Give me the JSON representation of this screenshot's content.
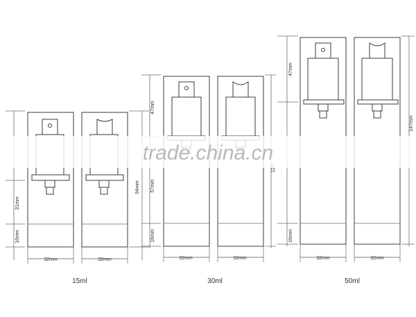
{
  "watermark": "trade.china.cn",
  "groups": [
    {
      "capacity": "15ml",
      "widths": [
        "32mm",
        "32mm"
      ],
      "heights": [
        "31mm",
        "16mm"
      ],
      "total": "94mm"
    },
    {
      "capacity": "30ml",
      "widths": [
        "32mm",
        "32mm"
      ],
      "heights": [
        "47mm",
        "57mm",
        "16mm"
      ],
      "total": "120"
    },
    {
      "capacity": "50ml",
      "widths": [
        "32mm",
        "32mm"
      ],
      "heights": [
        "47mm",
        "16mm"
      ],
      "total": "147mm"
    }
  ]
}
